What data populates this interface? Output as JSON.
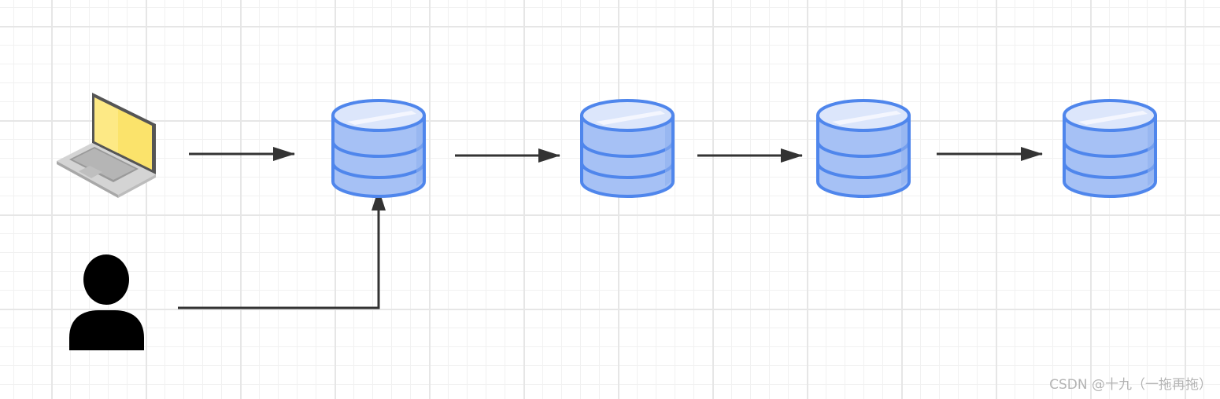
{
  "diagram": {
    "nodes": [
      {
        "id": "laptop",
        "icon": "laptop-icon"
      },
      {
        "id": "user",
        "icon": "user-icon"
      },
      {
        "id": "db1",
        "icon": "database-icon"
      },
      {
        "id": "db2",
        "icon": "database-icon"
      },
      {
        "id": "db3",
        "icon": "database-icon"
      },
      {
        "id": "db4",
        "icon": "database-icon"
      }
    ],
    "edges": [
      {
        "from": "laptop",
        "to": "db1"
      },
      {
        "from": "user",
        "to": "db1"
      },
      {
        "from": "db1",
        "to": "db2"
      },
      {
        "from": "db2",
        "to": "db3"
      },
      {
        "from": "db3",
        "to": "db4"
      }
    ],
    "colors": {
      "db_fill": "#a6c1f5",
      "db_top": "#dce6fb",
      "db_stroke": "#4f86ec",
      "db_highlight": "#f4f7fe",
      "arrow": "#333333",
      "laptop_screen": "#fbe36b",
      "laptop_body": "#d9d9d9",
      "user": "#000000"
    }
  },
  "watermark": "CSDN @十九（一拖再拖）"
}
